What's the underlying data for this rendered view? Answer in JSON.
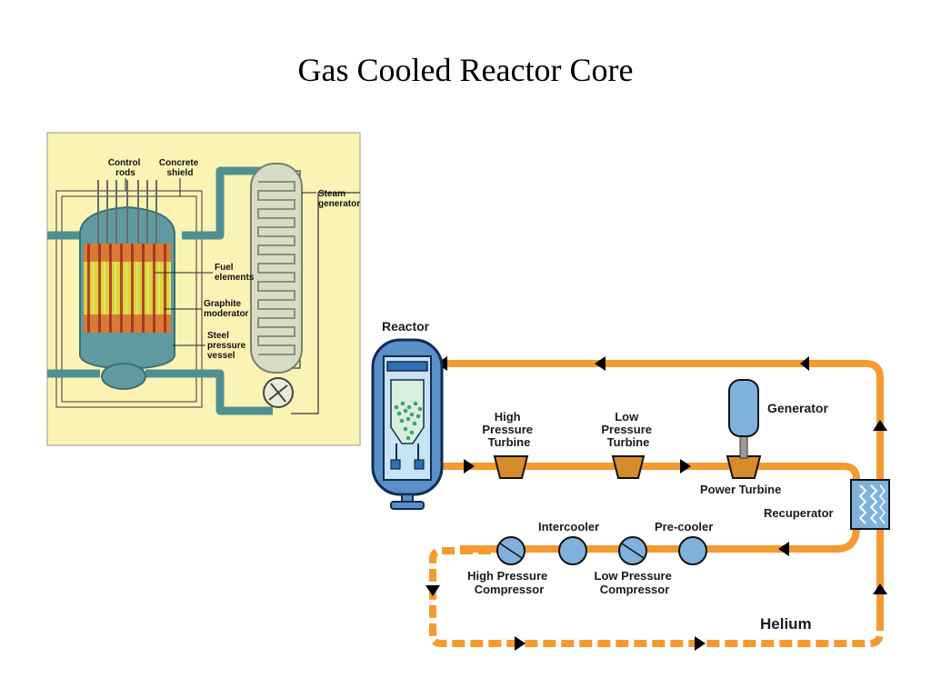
{
  "title": "Gas Cooled Reactor Core",
  "core": {
    "control_rods": [
      "Control",
      "rods"
    ],
    "concrete_shield": [
      "Concrete",
      "shield"
    ],
    "steam_generator": [
      "Steam",
      "generator"
    ],
    "fuel_elements": [
      "Fuel",
      "elements"
    ],
    "graphite_moderator": [
      "Graphite",
      "moderator"
    ],
    "steel_pressure_vessel": [
      "Steel",
      "pressure",
      "vessel"
    ]
  },
  "cycle": {
    "reactor": "Reactor",
    "generator": "Generator",
    "hp_turbine": [
      "High",
      "Pressure",
      "Turbine"
    ],
    "lp_turbine": [
      "Low",
      "Pressure",
      "Turbine"
    ],
    "power_turbine": "Power Turbine",
    "recuperator": "Recuperator",
    "intercooler": "Intercooler",
    "precooler": "Pre-cooler",
    "hp_compressor": [
      "High Pressure",
      "Compressor"
    ],
    "lp_compressor": [
      "Low Pressure",
      "Compressor"
    ],
    "helium": "Helium"
  },
  "colors": {
    "pipe_orange": "#f59a2e",
    "panel_bg": "#fbf3b4",
    "pipe_teal": "#4f8f92",
    "vessel_blue": "#5b8fc8",
    "component_blue": "#7fb1dc",
    "turbine_brown": "#d58b2a"
  }
}
